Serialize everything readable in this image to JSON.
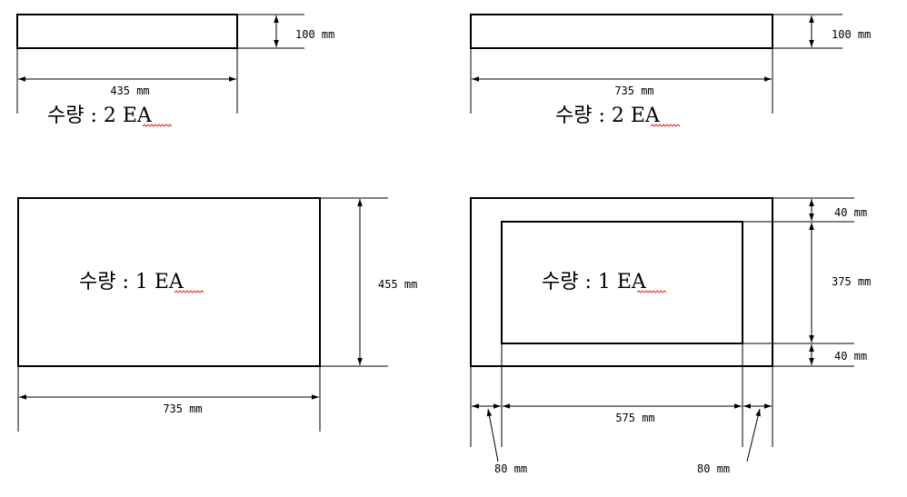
{
  "panels": {
    "top_left": {
      "width_label": "435 mm",
      "height_label": "100 mm",
      "qty_label": "수량 : 2 ",
      "qty_unit": "EA"
    },
    "top_right": {
      "width_label": "735 mm",
      "height_label": "100 mm",
      "qty_label": "수량 : 2 ",
      "qty_unit": "EA"
    },
    "bottom_left": {
      "width_label": "735 mm",
      "height_label": "455 mm",
      "qty_label": "수량 : 1 ",
      "qty_unit": "EA"
    },
    "bottom_right": {
      "top_margin_label": "40 mm",
      "inner_height_label": "375 mm",
      "bottom_margin_label": "40 mm",
      "inner_width_label": "575 mm",
      "left_margin_label": "80 mm",
      "right_margin_label": "80 mm",
      "qty_label": "수량 : 1 ",
      "qty_unit": "EA"
    }
  },
  "colors": {
    "line": "#000000",
    "spellcheck_underline": "#e03030"
  }
}
